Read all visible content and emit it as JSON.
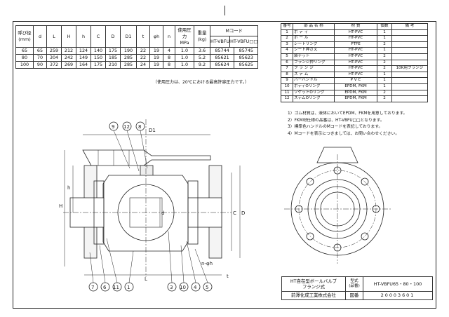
{
  "dim_table": {
    "headers": [
      "呼び径\n(mm)",
      "d",
      "L",
      "H",
      "h",
      "C",
      "D",
      "D1",
      "t",
      "φh",
      "n",
      "使用圧力\nMPa",
      "重量\n(kg)",
      "Mコード"
    ],
    "mcode_sub": [
      "HT-VBFU",
      "HT-VBFU□□"
    ],
    "rows": [
      [
        "65",
        "65",
        "259",
        "212",
        "124",
        "140",
        "175",
        "190",
        "22",
        "19",
        "4",
        "1.0",
        "3.6",
        "85744",
        "85745"
      ],
      [
        "80",
        "70",
        "304",
        "242",
        "149",
        "150",
        "185",
        "285",
        "22",
        "19",
        "8",
        "1.0",
        "5.2",
        "85621",
        "85623"
      ],
      [
        "100",
        "90",
        "372",
        "269",
        "164",
        "175",
        "210",
        "285",
        "24",
        "19",
        "8",
        "1.0",
        "9.2",
        "85624",
        "85625"
      ]
    ],
    "footnote": "（使用圧力は、20℃における最高許容圧力です。）"
  },
  "parts_table": {
    "headers": [
      "番号",
      "部 品 名 称",
      "材 質",
      "個数",
      "備 考"
    ],
    "rows": [
      [
        "1",
        "ボ デ ィ",
        "HT-PVC",
        "1",
        ""
      ],
      [
        "2",
        "ボ ー ル",
        "HT-PVC",
        "1",
        ""
      ],
      [
        "3",
        "シートリング",
        "PTFE",
        "2",
        ""
      ],
      [
        "4",
        "シート押さえ",
        "HT-PVC",
        "1",
        ""
      ],
      [
        "5",
        "袋ナット",
        "HT-PVC",
        "2",
        ""
      ],
      [
        "6",
        "フランジ押リング",
        "HT-PVC",
        "2",
        ""
      ],
      [
        "7",
        "フ ラ ン ジ",
        "HT-PVC",
        "2",
        "10K用フランジ"
      ],
      [
        "8",
        "ス テ ム",
        "HT-PVC",
        "1",
        ""
      ],
      [
        "9",
        "バーハンドル",
        "P V C",
        "1",
        ""
      ],
      [
        "10",
        "ボディOリング",
        "EPDM, FKM",
        "1",
        ""
      ],
      [
        "11",
        "ソケットOリング",
        "EPDM, FKM",
        "2",
        ""
      ],
      [
        "12",
        "ステムOリング",
        "EPDM, FKM",
        "2",
        ""
      ]
    ]
  },
  "notes": [
    "1）ゴム材質は、液体においてEPDM、FKMを用意しております。",
    "2）FKM材仕様の品番は、HT-VBFU□□となります。",
    "3）標準色ハンドルのMコードを表記しております。",
    "4）Mコードを表示につきましては、お問い合わせください。"
  ],
  "drawing_labels": {
    "D1": "D1",
    "H": "H",
    "h": "h",
    "d": "d",
    "C": "C",
    "D": "D",
    "L": "L",
    "t": "t",
    "nphi": "n-φh",
    "callouts_top": [
      "9",
      "12",
      "8"
    ],
    "callouts_bottom": [
      "7",
      "6",
      "11",
      "1",
      "3",
      "10",
      "4",
      "5"
    ]
  },
  "title_block": {
    "product_name": "HT自在型ボールバルブ\nフランジ式",
    "type_label": "型式\n(品番)",
    "type_value": "HT-VBFU65・80・100",
    "company": "前澤化成工業株式会社",
    "drawing_no_label": "図番",
    "drawing_no": "20003601"
  }
}
